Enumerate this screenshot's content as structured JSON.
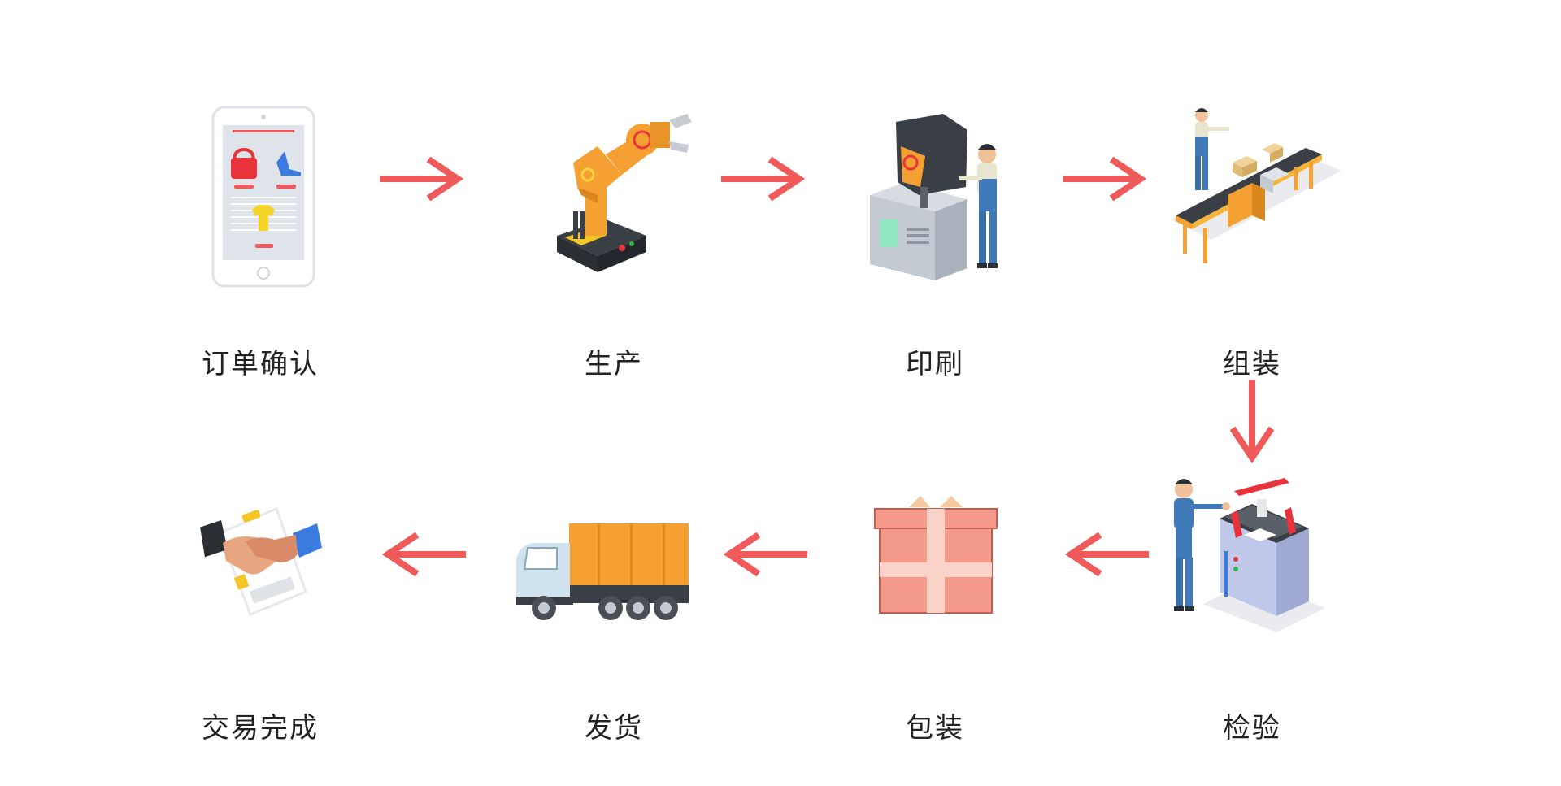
{
  "flow": {
    "steps": [
      {
        "label": "订单确认",
        "icon": "tablet-shop-icon"
      },
      {
        "label": "生产",
        "icon": "robot-arm-icon"
      },
      {
        "label": "印刷",
        "icon": "printing-machine-icon"
      },
      {
        "label": "组装",
        "icon": "conveyor-belt-icon"
      },
      {
        "label": "检验",
        "icon": "inspection-machine-icon"
      },
      {
        "label": "包装",
        "icon": "gift-box-icon"
      },
      {
        "label": "发货",
        "icon": "truck-icon"
      },
      {
        "label": "交易完成",
        "icon": "handshake-icon"
      }
    ]
  },
  "colors": {
    "arrow": "#f05a5a",
    "orange": "#f5a033",
    "label": "#222222"
  }
}
